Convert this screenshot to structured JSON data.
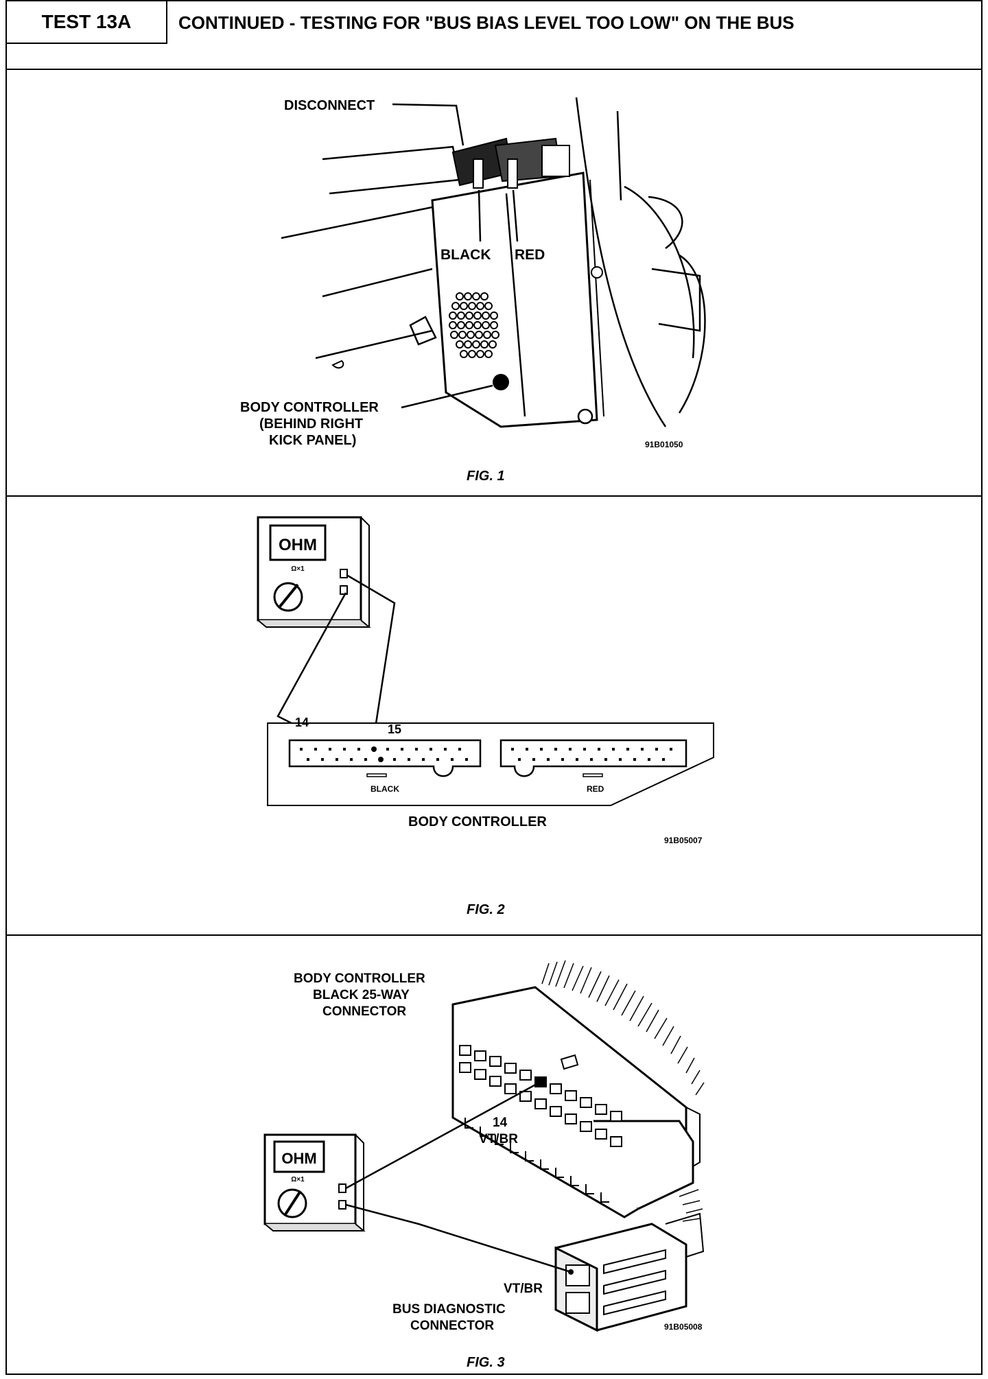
{
  "header": {
    "test_id": "TEST 13A",
    "title": "CONTINUED - TESTING FOR \"BUS BIAS LEVEL TOO LOW\" ON THE BUS"
  },
  "fig1": {
    "disconnect": "DISCONNECT",
    "black": "BLACK",
    "red": "RED",
    "body_controller": [
      "BODY CONTROLLER",
      "(BEHIND RIGHT",
      "KICK PANEL)"
    ],
    "code": "91B01050",
    "caption": "FIG. 1"
  },
  "fig2": {
    "meter_display": "OHM",
    "meter_range": "Ω×1",
    "pin_14": "14",
    "pin_15": "15",
    "black": "BLACK",
    "red": "RED",
    "body_controller": "BODY CONTROLLER",
    "code": "91B05007",
    "caption": "FIG. 2"
  },
  "fig3": {
    "connector_label": [
      "BODY CONTROLLER",
      "BLACK 25-WAY",
      "CONNECTOR"
    ],
    "meter_display": "OHM",
    "meter_range": "Ω×1",
    "pin_14": "14",
    "wire_1": "VT/BR",
    "wire_2": "VT/BR",
    "diag_label": [
      "BUS DIAGNOSTIC",
      "CONNECTOR"
    ],
    "code": "91B05008",
    "caption": "FIG. 3"
  }
}
